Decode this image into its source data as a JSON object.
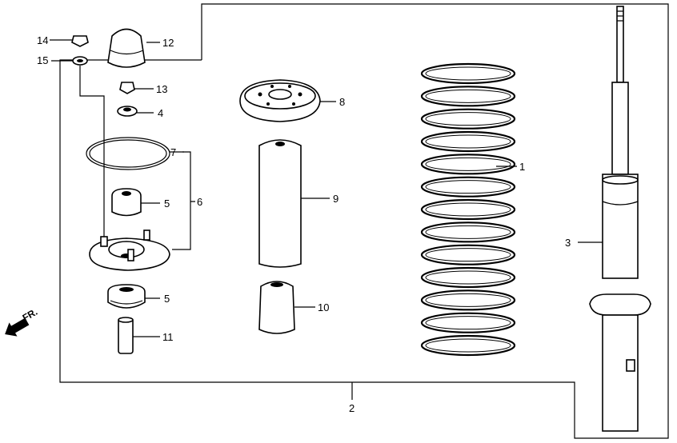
{
  "title": "Front Shock Absorber Parts Diagram",
  "labels": {
    "p1": "1",
    "p2": "2",
    "p3": "3",
    "p4": "4",
    "p5a": "5",
    "p5b": "5",
    "p6": "6",
    "p7": "7",
    "p8": "8",
    "p9": "9",
    "p10": "10",
    "p11": "11",
    "p12": "12",
    "p13": "13",
    "p14": "14",
    "p15": "15"
  },
  "direction": {
    "label": "FR.",
    "icon": "front-arrow-icon"
  }
}
